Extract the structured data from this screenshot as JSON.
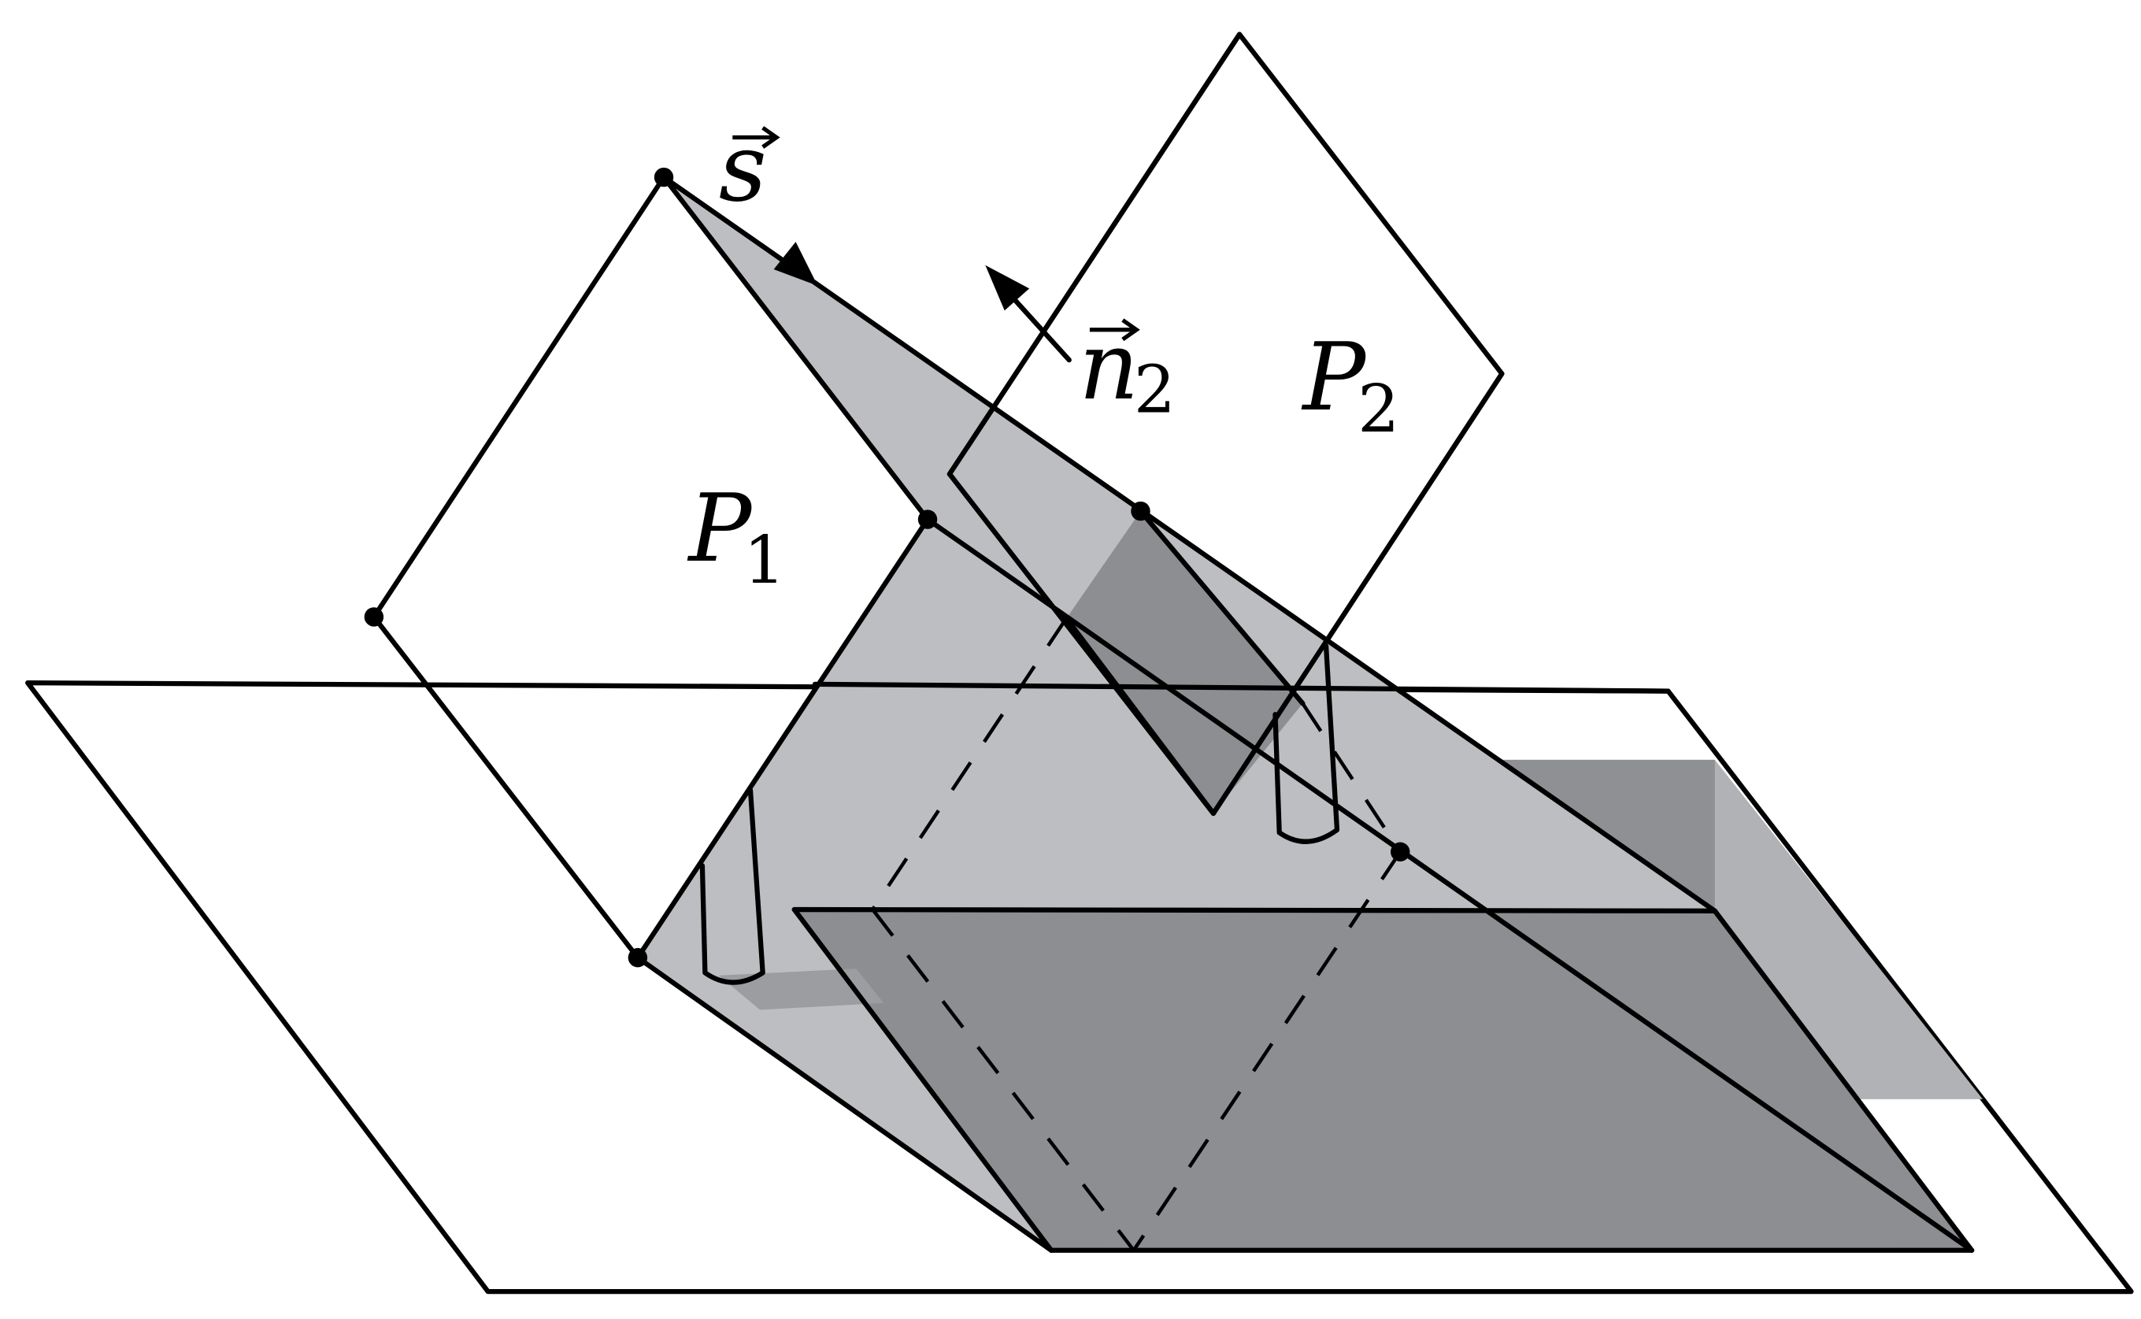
{
  "labels": {
    "vector_s": "s",
    "vector_n2": "n",
    "vector_n2_subscript": "2",
    "plane_p1": "P",
    "plane_p1_subscript": "1",
    "plane_p2": "P",
    "plane_p2_subscript": "2"
  },
  "colors": {
    "background": "#ffffff",
    "outline": "#000000",
    "light_shade": "#bdbec2",
    "dark_shade": "#8d8e92",
    "mid_shade": "#a9aaae"
  }
}
